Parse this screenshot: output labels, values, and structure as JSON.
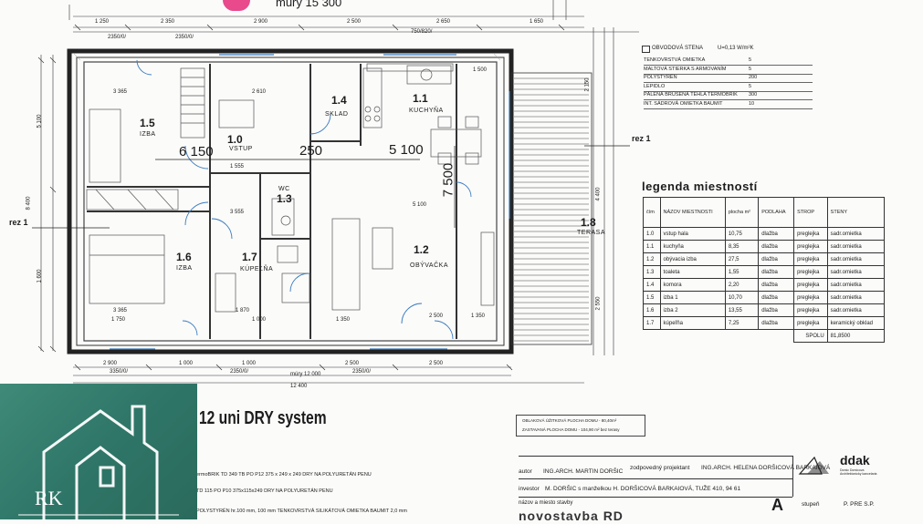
{
  "plan": {
    "top_walls_label": "múry 15 300",
    "bottom_walls_label": "múry 12 000",
    "overall_width": "12 400",
    "section_left": "rez 1",
    "section_right": "rez 1",
    "top_dims": [
      "1 250",
      "2 350",
      "2 900",
      "2 500",
      "2 650",
      "1 650"
    ],
    "top_sub_dims": [
      "2350/0/",
      "2350/0/",
      "750/820/"
    ],
    "bottom_dims": [
      "2 900",
      "1 000",
      "1 000",
      "2 500",
      "2 500"
    ],
    "bottom_sub_dims": [
      "3350/0/",
      "2350/0/",
      "2350/0/"
    ],
    "inner_dims": [
      "3 365",
      "2 610",
      "1 870",
      "3 365",
      "1 555",
      "3 555",
      "5 100",
      "1 750",
      "1 000",
      "1 350",
      "2 500",
      "1 500",
      "1 350"
    ],
    "left_dims": [
      "8 400",
      "5 100",
      "1 600"
    ],
    "right_dims": [
      "2 150",
      "4 400",
      "2 550"
    ],
    "overlay_dims": [
      "6 150",
      "250",
      "5 100",
      "7 500"
    ]
  },
  "rooms": [
    {
      "num": "1.1",
      "name": "KUCHYŇA"
    },
    {
      "num": "1.4",
      "name": "SKLAD"
    },
    {
      "num": "1.5",
      "name": "IZBA"
    },
    {
      "num": "1.0",
      "name": "VSTUP"
    },
    {
      "num": "1.3",
      "name": "WC"
    },
    {
      "num": "1.6",
      "name": "IZBA"
    },
    {
      "num": "1.7",
      "name": "KÚPEĽŇA"
    },
    {
      "num": "1.2",
      "name": "OBÝVAČKA"
    },
    {
      "num": "1.8",
      "name": "TERASA"
    }
  ],
  "composition": {
    "title": "OBVODOVÁ STENA",
    "u_value": "U=0,13 W/m²K",
    "layers": [
      {
        "name": "TENKOVRSTVÁ OMIETKA",
        "thickness": "5"
      },
      {
        "name": "MALTOVÁ STIERKA S ARMOVANÍM",
        "thickness": "5"
      },
      {
        "name": "POLYSTYRÉN",
        "thickness": "200"
      },
      {
        "name": "LEPIDLO",
        "thickness": "5"
      },
      {
        "name": "PÁLENÁ BRÚSENÁ TEHLA TERMOBRIK",
        "thickness": "300"
      },
      {
        "name": "INT. SÁDROVÁ OMIETKA BAUMIT",
        "thickness": "10"
      }
    ]
  },
  "legend": {
    "title": "legenda miestností",
    "headers": [
      "čím",
      "NÁZOV MIESTNOSTI",
      "plocha m²",
      "PODLAHA",
      "STROP",
      "STENY"
    ],
    "rows": [
      [
        "1.0",
        "vstup hala",
        "10,75",
        "dlažba",
        "preglejka",
        "sadr.omietka"
      ],
      [
        "1.1",
        "kuchyňa",
        "8,35",
        "dlažba",
        "preglejka",
        "sadr.omietka"
      ],
      [
        "1.2",
        "obývacia izba",
        "27,5",
        "dlažba",
        "preglejka",
        "sadr.omietka"
      ],
      [
        "1.3",
        "toaleta",
        "1,55",
        "dlažba",
        "preglejka",
        "sadr.omietka"
      ],
      [
        "1.4",
        "komora",
        "2,20",
        "dlažba",
        "preglejka",
        "sadr.omietka"
      ],
      [
        "1.5",
        "izba 1",
        "10,70",
        "dlažba",
        "preglejka",
        "sadr.omietka"
      ],
      [
        "1.6",
        "izba 2",
        "13,55",
        "dlažba",
        "preglejka",
        "sadr.omietka"
      ],
      [
        "1.7",
        "kúpeľňa",
        "7,25",
        "dlažba",
        "preglejka",
        "keramický obklad"
      ]
    ],
    "total_label": "SPOLU",
    "total_value": "81,8500"
  },
  "system": {
    "title": "12 uni  DRY system",
    "lines": [
      "ermoBRIK TD 349 TB PO P12  375 x 249 x 249 DRY NA POLYURETÁN PENU",
      "TD 115 PO P10 375x115x249 DRY NA POLYURETÁN PENU",
      "POLYSTYRÉN hr.100 mm, 100 mm TENKOVRSTVÁ SILIKÁTOVÁ OMIETKA BAUMIT 2,0 mm"
    ]
  },
  "areas": {
    "line1": "OBLAKOVÁ ÚŽITKOVÁ PLOCHA DOMU - 80,40m²",
    "line2": "ZASTAVANÁ PLOCHA DOMU - 104,90 m² bez terasy"
  },
  "title_block": {
    "author_label": "autor",
    "author": "ING.ARCH. MARTIN DORŠIC",
    "responsible_label": "zodpovedný projektant",
    "responsible": "ING.ARCH. HELENA DORŠICOVÁ BARKAIOVÁ",
    "investor_label": "investor",
    "investor": "M. DORŠIC s manželkou H. DORŠICOVÁ BARKAIOVÁ, TUŽE 410, 94 61",
    "building_label": "názov a miesto stavby",
    "building": "novostavba RD",
    "stage_letter": "A",
    "stage_label": "stupeň",
    "stage": "P. PRE S.P.",
    "firm": "ddak",
    "firm_sub": "Dorsic Dorsicova Architektonicky kancelaria"
  },
  "logo": {
    "text": "RK",
    "color": "#2f7668"
  }
}
